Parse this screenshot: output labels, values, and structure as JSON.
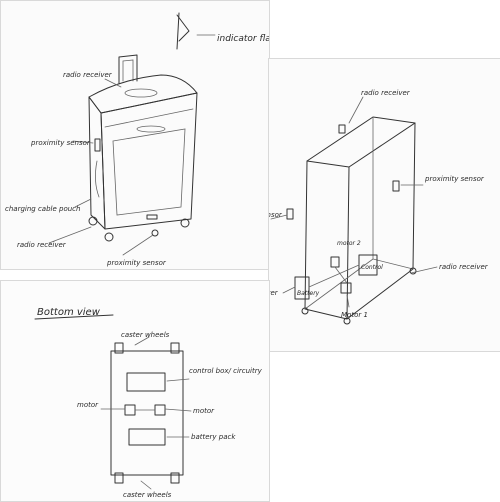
{
  "suitcase_view": {
    "labels": {
      "indicator_flag": "indicator flag",
      "radio_receiver_top": "radio receiver",
      "proximity_sensor": "proximity sensor",
      "charging_cable_pouch": "charging cable pouch",
      "radio_receiver_bottom": "radio receiver",
      "proximity_sensor_bottom": "proximity sensor"
    }
  },
  "frame_view": {
    "labels": {
      "radio_receiver_top": "radio receiver",
      "proximity_sensor_right": "proximity sensor",
      "proximity_sensor_left": "proximity sensor",
      "motor_2": "motor 2",
      "control": "Control",
      "battery": "Battery",
      "radio_receiver_left": "radio receiver",
      "radio_receiver_right": "radio receiver",
      "motor_1": "Motor 1"
    }
  },
  "bottom_view": {
    "title": "Bottom view",
    "labels": {
      "caster_wheels_top": "caster wheels",
      "control_box": "control box/ circuitry",
      "motor_left": "motor",
      "motor_right": "motor",
      "battery_pack": "battery pack",
      "caster_wheels_bottom": "caster wheels"
    }
  }
}
